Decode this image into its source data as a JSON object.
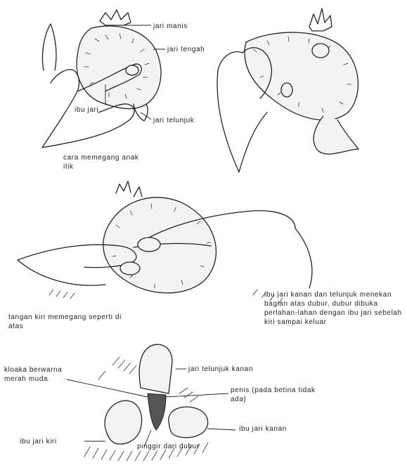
{
  "labels": {
    "jari_manis": "jari manis",
    "jari_tengah": "jari tengah",
    "ibu_jari": "ibu jari",
    "jari_telunjuk": "jari telunjuk",
    "cara_memegang": "cara memegang anak itik",
    "tangan_kiri": "tangan kiri memegang seperti di atas",
    "ibu_jari_kanan_dan": "ibu jari kanan dan telunjuk menekan bagian atas dubur, dubur dibuka perlahan-lahan dengan ibu jari sebelah kiri sampai keluar",
    "kloaka": "kloaka berwarna merah muda",
    "jari_telunjuk_kanan": "jari telunjuk kanan",
    "penis": "penis (pada betina tidak ada)",
    "ibu_jari_kanan": "ibu jari kanan",
    "ibu_jari_kiri": "ibu jari kiri",
    "pinggir_dubur": "pinggir dari dubur"
  }
}
